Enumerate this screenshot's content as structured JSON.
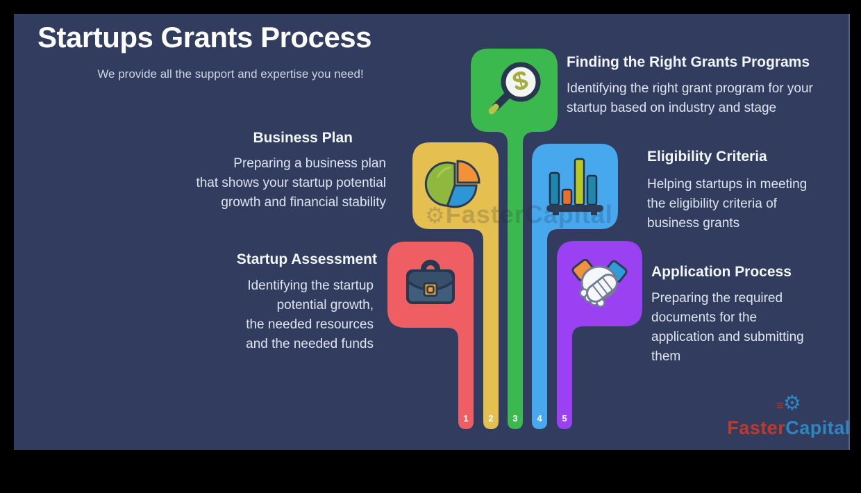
{
  "title": "Startups Grants Process",
  "subtitle": "We provide all the support and expertise you need!",
  "steps": [
    {
      "number": "1",
      "label": "Startup Assessment",
      "description": [
        "Identifying the startup",
        "potential growth,",
        "the needed resources",
        "and the needed funds"
      ],
      "color": "#ef5e63",
      "icon": "briefcase-icon",
      "side": "left"
    },
    {
      "number": "2",
      "label": "Business Plan",
      "description": [
        "Preparing a business plan",
        "that shows your startup potential",
        "growth and financial stability"
      ],
      "color": "#e5bf4f",
      "icon": "pie-chart-icon",
      "side": "left"
    },
    {
      "number": "3",
      "label": "Finding the Right Grants Programs",
      "description": [
        "Identifying the right grant program for your",
        "startup based on industry and stage"
      ],
      "color": "#3cb94e",
      "icon": "money-magnifier-icon",
      "side": "right"
    },
    {
      "number": "4",
      "label": "Eligibility Criteria",
      "description": [
        "Helping startups in meeting",
        "the eligibility criteria of",
        "business grants"
      ],
      "color": "#47a8ee",
      "icon": "bar-chart-icon",
      "side": "right"
    },
    {
      "number": "5",
      "label": "Application Process",
      "description": [
        "Preparing the required",
        "documents for the",
        "application and submitting",
        "them"
      ],
      "color": "#9a41f2",
      "icon": "handshake-icon",
      "side": "right"
    }
  ],
  "watermark": "FasterCapital",
  "logo": {
    "first": "Faster",
    "second": "Capital",
    "first_color": "#c0392b",
    "second_color": "#2e86c1",
    "gear_icon": "gear-icon"
  },
  "colors": {
    "background": "#313c5e",
    "frame": "#000000",
    "heading_text": "#f2f5fa",
    "body_text": "#dfe5f0"
  }
}
